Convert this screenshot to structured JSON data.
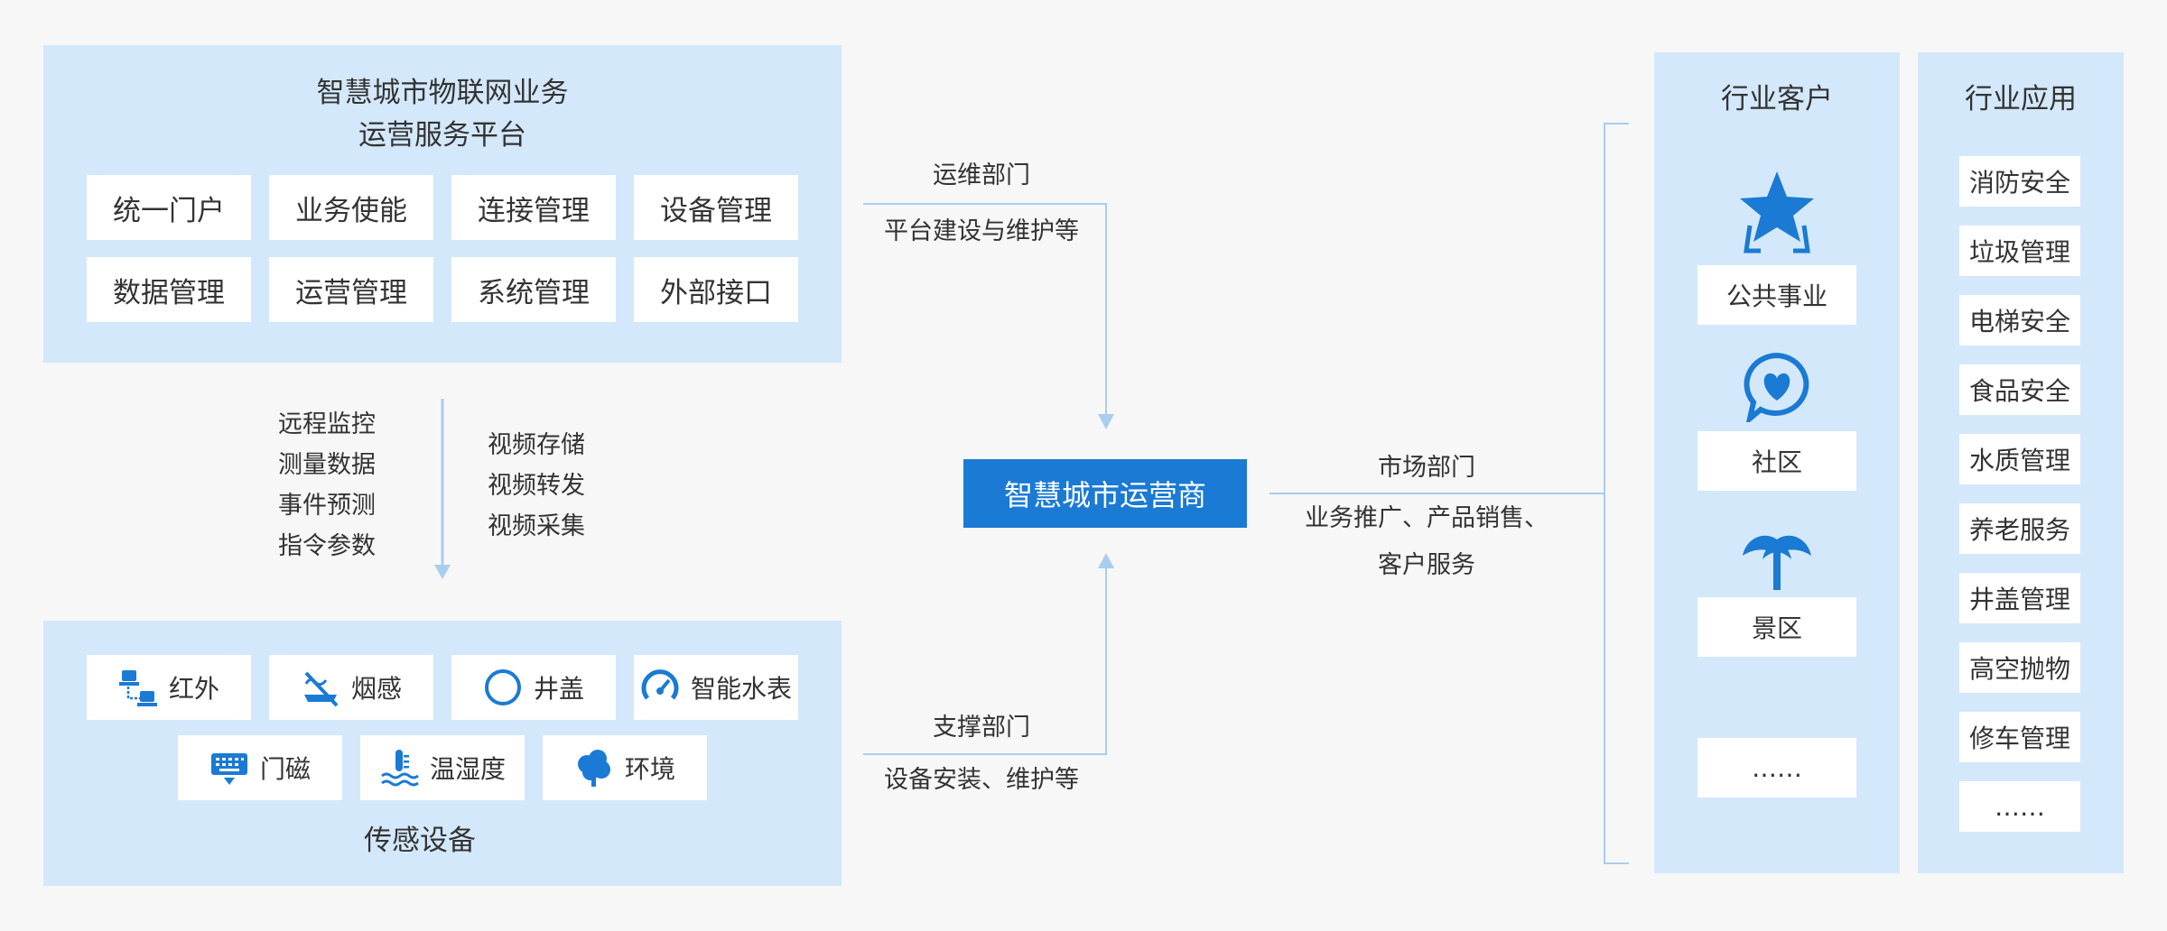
{
  "platform": {
    "title_line1": "智慧城市物联网业务",
    "title_line2": "运营服务平台",
    "modules": [
      "统一门户",
      "业务使能",
      "连接管理",
      "设备管理",
      "数据管理",
      "运营管理",
      "系统管理",
      "外部接口"
    ]
  },
  "data_flow": {
    "left_items": [
      "远程监控",
      "测量数据",
      "事件预测",
      "指令参数"
    ],
    "right_items": [
      "视频存储",
      "视频转发",
      "视频采集"
    ]
  },
  "sensors": {
    "title": "传感设备",
    "items": [
      {
        "label": "红外",
        "icon": "network-computer-icon"
      },
      {
        "label": "烟感",
        "icon": "smoke-detector-icon"
      },
      {
        "label": "井盖",
        "icon": "manhole-cover-icon"
      },
      {
        "label": "智能水表",
        "icon": "gauge-icon"
      },
      {
        "label": "门磁",
        "icon": "keyboard-door-icon"
      },
      {
        "label": "温湿度",
        "icon": "thermometer-icon"
      },
      {
        "label": "环境",
        "icon": "tree-icon"
      }
    ]
  },
  "ops": {
    "dept": "运维部门",
    "desc": "平台建设与维护等"
  },
  "support": {
    "dept": "支撑部门",
    "desc": "设备安装、维护等"
  },
  "operator": {
    "label": "智慧城市运营商"
  },
  "market": {
    "dept": "市场部门",
    "desc_line1": "业务推广、产品销售、",
    "desc_line2": "客户服务"
  },
  "customers": {
    "title": "行业客户",
    "items": [
      {
        "label": "公共事业",
        "icon": "star-icon"
      },
      {
        "label": "社区",
        "icon": "heart-chat-icon"
      },
      {
        "label": "景区",
        "icon": "palm-tree-icon"
      },
      {
        "label": "……",
        "icon": ""
      }
    ]
  },
  "applications": {
    "title": "行业应用",
    "items": [
      "消防安全",
      "垃圾管理",
      "电梯安全",
      "食品安全",
      "水质管理",
      "养老服务",
      "井盖管理",
      "高空抛物",
      "修车管理",
      "……"
    ]
  },
  "colors": {
    "accent": "#1a7ad4",
    "panel": "#d4e8fb",
    "line": "#a9cdee"
  }
}
